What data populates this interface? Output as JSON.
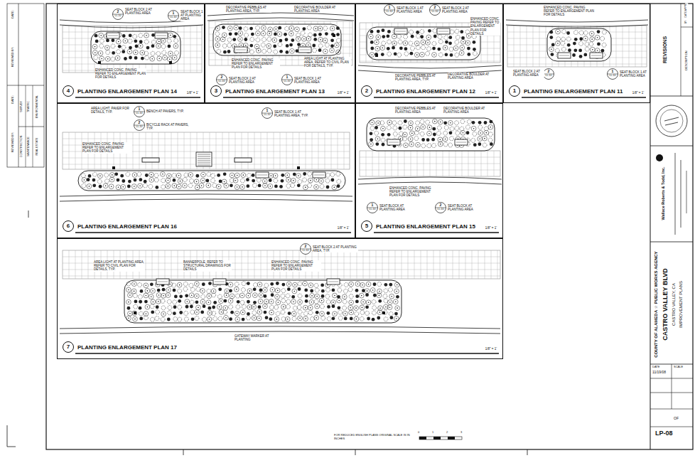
{
  "diagram": {
    "nodes": [
      {
        "text": [
          "PLANTING ENLARGEMENT PLAN 14",
          "1/8\" = 1'"
        ]
      },
      {
        "text": [
          "4"
        ],
        "in": 0
      },
      {
        "text": [
          "PLANTING ENLARGEMENT PLAN 13",
          "1/8\" = 1'"
        ]
      },
      {
        "text": [
          "3"
        ],
        "in": 2
      },
      {
        "text": [
          "PLANTING ENLARGEMENT PLAN 12",
          "1/8\" = 1'"
        ]
      },
      {
        "text": [
          "2"
        ],
        "in": 4
      },
      {
        "text": [
          "PLANTING ENLARGEMENT PLAN 11",
          "1/8\" = 1'"
        ]
      },
      {
        "text": [
          "1"
        ],
        "in": 6
      },
      {
        "text": [
          "PLANTING ENLARGEMENT PLAN 16",
          "1/8\" = 1'"
        ]
      },
      {
        "text": [
          "6"
        ],
        "in": 8
      },
      {
        "text": [
          "PLANTING ENLARGEMENT PLAN 15",
          "1/8\" = 1'"
        ]
      },
      {
        "text": [
          "5"
        ],
        "in": 10
      },
      {
        "text": [
          "PLANTING ENLARGEMENT PLAN 17",
          "1/8\" = 1'"
        ]
      },
      {
        "text": [
          "7"
        ],
        "in": 12
      }
    ],
    "labels": [
      "2",
      "LL-10",
      "SEAT BLOCK 2 AT PLANTING AREA",
      "1",
      "LL-10",
      "SEAT BLOCK 1 AT PLANTING AREA",
      "ENHANCED CONC. PAVING REFER TO ENLARGEMENT PLAN FOR DETAILS",
      "DECORATIVE PEBBLES AT PLANTING AREA, TYP.",
      "DECORATIVE BOULDER AT PLANTING AREA",
      "ENHANCED CONC. PAVING REFER TO ENLARGEMENT PLAN FOR DETAILS",
      "AREA LIGHT AT PLANTING AREA, REFER TO CIVIL PLAN FOR DETAILS, TYP.",
      "2",
      "LL-10",
      "SEAT BLOCK 2 AT PLANTING AREA",
      "1",
      "LL-10",
      "SEAT BLOCK 1 AT PLANTING AREA",
      "1",
      "LL-10",
      "SEAT BLOCK 1 AT PLANTING AREA",
      "2",
      "LL-10",
      "SEAT BLOCK 2 AT PLANTING AREA",
      "ENHANCED CONC. PAVING REFER TO ENLARGEMENT PLAN FOR DETAILS",
      "DECORATIVE PEBBLES AT PLANTING AREA, TYP.",
      "DECORATIVE BOULDER AT PLANTING AREA",
      "ENHANCED CONC. PAVING REFER TO ENLARGEMENT PLAN FOR DETAILS",
      "SEAT BLOCK 2 AT PLANTING AREA",
      "2",
      "LL-10",
      "1",
      "LL-10",
      "SEAT BLOCK 1 AT PLANTING AREA",
      "AREA LIGHT, PAVER FOR DETAILS, TYP.",
      "1",
      "LL-10",
      "BENCH AT PAVERS, TYP.",
      "2",
      "LL-10",
      "BICYCLE RACK AT PAVERS, TYP.",
      "1",
      "LL-10",
      "SEAT BLOCK 1 AT PLANTING AREA, TYP.",
      "ENHANCED CONC. PAVING REFER TO ENLARGEMENT PLAN FOR DETAILS",
      "DECORATIVE PEBBLES AT PLANTING AREA",
      "DECORATIVE BOULDER AT PLANTING AREA",
      "ENHANCED CONC. PAVING REFER TO ENLARGEMENT PLAN FOR DETAILS",
      "1",
      "LL-10",
      "SEAT BLOCK AT PLANTING AREA",
      "2",
      "LL-10",
      "SEAT BLOCK AT PLANTING AREA",
      "AREA LIGHT AT PLANTING AREA, REFER TO CIVIL PLAN FOR DETAILS, TYP.",
      "BANNERPOLE, REFER TO STRUCTURAL DRAWINGS FOR DETAILS",
      "ENHANCED CONC. PAVING REFER TO ENLARGEMENT PLAN FOR DETAILS",
      "2",
      "LL-10",
      "SEAT BLOCK 2 AT PLANTING AREA, TYP.",
      "GATEWAY MARKER AT PLANTING",
      "REVISIONS",
      "DESCRIPTION",
      "BY",
      "DATE",
      "APPR.",
      "Wallace Roberts & Todd, Inc.",
      "COUNTY OF ALAMEDA ☆ PUBLIC WORKS AGENCY",
      "CASTRO VALLEY BLVD",
      "CASTRO VALLEY, CA",
      "IMPROVEMENT PLANS",
      "DATE",
      "11/19/08",
      "SCALE",
      "OF",
      "LP-08",
      "REVIEWED BY:",
      "DATE:",
      "REVIEWED BY:",
      "DATE:",
      "CONSTRUCTION",
      "MAINTENANCE",
      "REAL ESTATE",
      "SURVEY",
      "TRAFFIC",
      "ENVIRONMENTAL",
      "FOR REDUCED ENGLISH PLANS ORIGINAL SCALE IS IN INCHES",
      "0",
      "1",
      "2",
      "3"
    ]
  }
}
